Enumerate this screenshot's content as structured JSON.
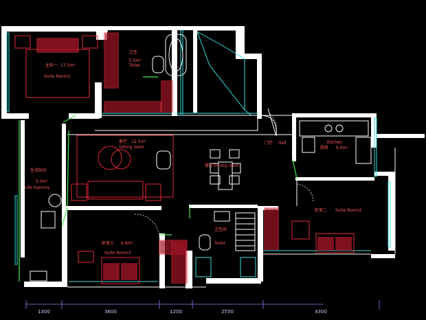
{
  "rooms": {
    "master": {
      "name_cn": "主卧一",
      "area": "17.5m²",
      "name_en": "Suite Room1"
    },
    "toilet1": {
      "name_cn": "卫生",
      "area": "5.0m²",
      "name_en": "Toilet"
    },
    "living": {
      "name_cn": "客厅",
      "area": "12.5m²",
      "name_en": "Sitting room"
    },
    "dining": {
      "name_cn": "餐厅",
      "name_en": "Dining room"
    },
    "entrance": {
      "name_cn": "门厅",
      "name_en": "Hall"
    },
    "kitchen": {
      "name_cn": "厨房",
      "area": "6.0m²",
      "name_en": "Kitchen"
    },
    "balcony": {
      "name_cn": "生活阳台",
      "area": "5.0m²",
      "name_en": "Life balcony"
    },
    "bed3": {
      "name_cn": "卧室三",
      "area": "9.8m²",
      "name_en": "Suite Room3"
    },
    "toilet2": {
      "name_cn": "卫生间",
      "name_en": "Toilet"
    },
    "bed2": {
      "name_cn": "卧室二",
      "name_en": "Suite Room2"
    }
  },
  "dimensions": [
    "1300",
    "3600",
    "1200",
    "2550",
    "4300"
  ],
  "colors": {
    "wall": "#ffffff",
    "furniture": "#e8293a",
    "cabinet": "#e8293a",
    "glass": "#33e0e0",
    "door": "#44ee55",
    "dim": "#8888ff",
    "text": "#ff5a5a"
  }
}
